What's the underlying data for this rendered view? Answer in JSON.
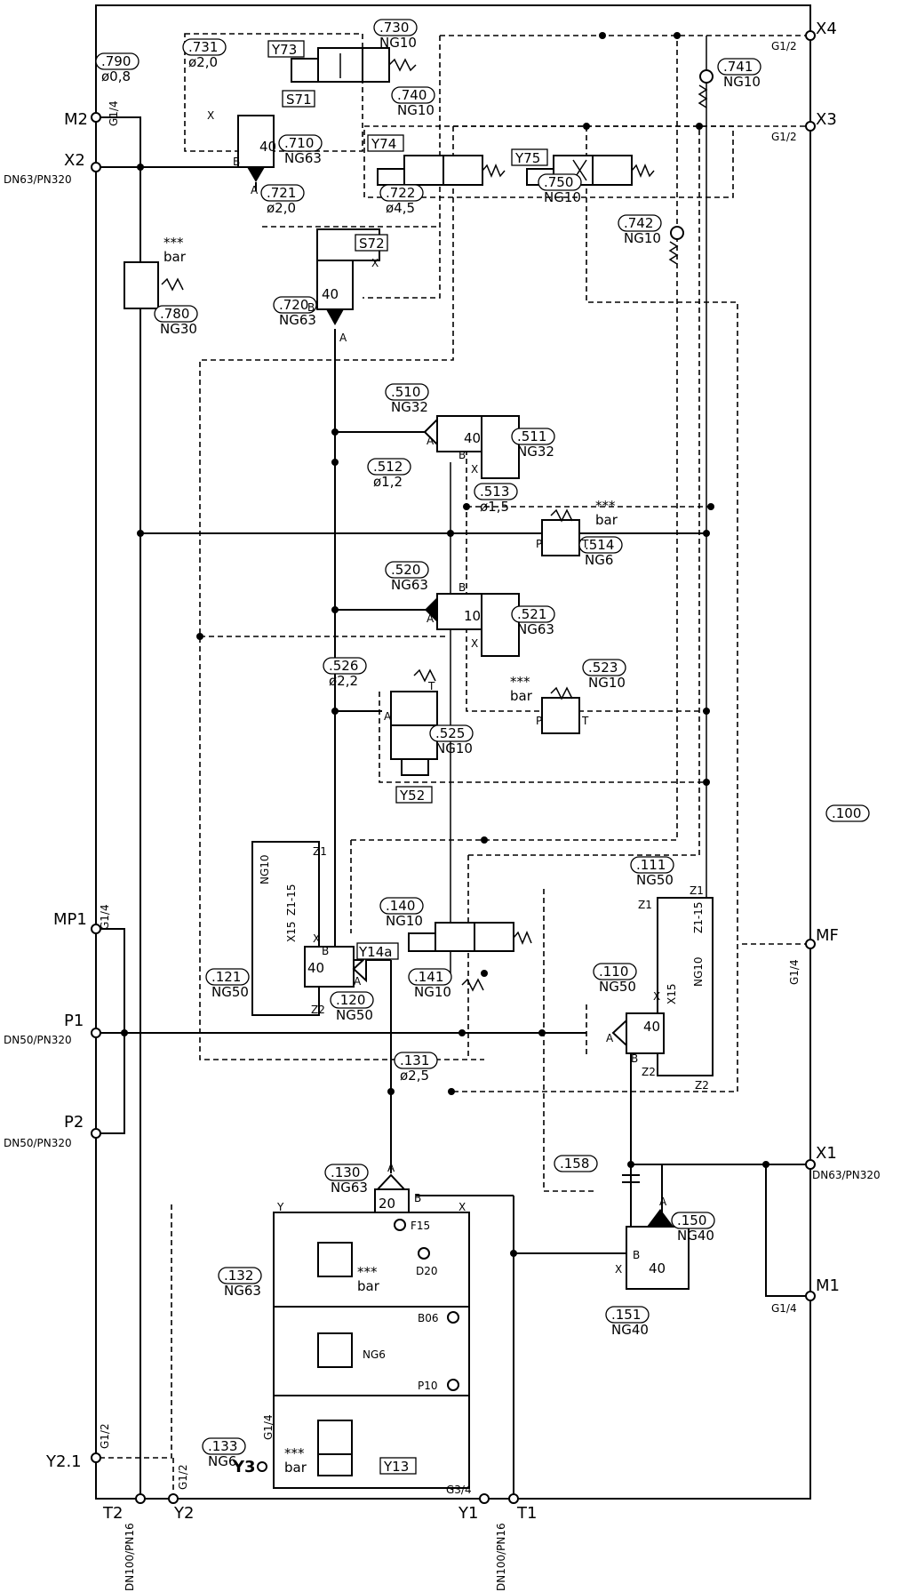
{
  "ports": [
    {
      "id": "x4",
      "label": "X4",
      "spec": "G1/2"
    },
    {
      "id": "x3",
      "label": "X3",
      "spec": "G1/2"
    },
    {
      "id": "m2",
      "label": "M2",
      "spec": "G1/4"
    },
    {
      "id": "x2",
      "label": "X2",
      "spec": "DN63/PN320"
    },
    {
      "id": "mp1",
      "label": "MP1",
      "spec": "G1/4"
    },
    {
      "id": "p1",
      "label": "P1",
      "spec": "DN50/PN320"
    },
    {
      "id": "p2",
      "label": "P2",
      "spec": "DN50/PN320"
    },
    {
      "id": "mf",
      "label": "MF",
      "spec": "G1/4"
    },
    {
      "id": "x1",
      "label": "X1",
      "spec": "DN63/PN320"
    },
    {
      "id": "m1",
      "label": "M1",
      "spec": "G1/4"
    },
    {
      "id": "y21",
      "label": "Y2.1",
      "spec": "G1/2"
    },
    {
      "id": "y2",
      "label": "Y2",
      "spec": "G1/2"
    },
    {
      "id": "t2",
      "label": "T2",
      "spec": "DN100/PN16"
    },
    {
      "id": "y1",
      "label": "Y1",
      "spec": "G3/4"
    },
    {
      "id": "t1",
      "label": "T1",
      "spec": "DN100/PN16"
    },
    {
      "id": "y3",
      "label": "Y3",
      "spec": "G1/4"
    }
  ],
  "components": [
    {
      "id": "c790",
      "tag": ".790",
      "spec": "ø0,8"
    },
    {
      "id": "c731",
      "tag": ".731",
      "spec": "ø2,0"
    },
    {
      "id": "c730",
      "tag": ".730",
      "spec": "NG10"
    },
    {
      "id": "c741",
      "tag": ".741",
      "spec": "NG10"
    },
    {
      "id": "c740",
      "tag": ".740",
      "spec": "NG10"
    },
    {
      "id": "c710",
      "tag": ".710",
      "spec": "NG63"
    },
    {
      "id": "c750",
      "tag": ".750",
      "spec": "NG10"
    },
    {
      "id": "c721",
      "tag": ".721",
      "spec": "ø2,0"
    },
    {
      "id": "c722",
      "tag": ".722",
      "spec": "ø4,5"
    },
    {
      "id": "c742",
      "tag": ".742",
      "spec": "NG10"
    },
    {
      "id": "c780",
      "tag": ".780",
      "spec": "NG30"
    },
    {
      "id": "c720",
      "tag": ".720",
      "spec": "NG63"
    },
    {
      "id": "c510",
      "tag": ".510",
      "spec": "NG32"
    },
    {
      "id": "c511",
      "tag": ".511",
      "spec": "NG32"
    },
    {
      "id": "c512",
      "tag": ".512",
      "spec": "ø1,2"
    },
    {
      "id": "c513",
      "tag": ".513",
      "spec": "ø1,5"
    },
    {
      "id": "c514",
      "tag": ".514",
      "spec": "NG6"
    },
    {
      "id": "c520",
      "tag": ".520",
      "spec": "NG63"
    },
    {
      "id": "c521",
      "tag": ".521",
      "spec": "NG63"
    },
    {
      "id": "c526",
      "tag": ".526",
      "spec": "ø2,2"
    },
    {
      "id": "c523",
      "tag": ".523",
      "spec": "NG10"
    },
    {
      "id": "c525",
      "tag": ".525",
      "spec": "NG10"
    },
    {
      "id": "c100",
      "tag": ".100",
      "spec": ""
    },
    {
      "id": "c111",
      "tag": ".111",
      "spec": "NG50"
    },
    {
      "id": "c140",
      "tag": ".140",
      "spec": "NG10"
    },
    {
      "id": "c141",
      "tag": ".141",
      "spec": "NG10"
    },
    {
      "id": "c110",
      "tag": ".110",
      "spec": "NG50"
    },
    {
      "id": "c121",
      "tag": ".121",
      "spec": "NG50"
    },
    {
      "id": "c120",
      "tag": ".120",
      "spec": "NG50"
    },
    {
      "id": "c131",
      "tag": ".131",
      "spec": "ø2,5"
    },
    {
      "id": "c130",
      "tag": ".130",
      "spec": "NG63"
    },
    {
      "id": "c158",
      "tag": ".158",
      "spec": ""
    },
    {
      "id": "c150",
      "tag": ".150",
      "spec": "NG40"
    },
    {
      "id": "c132",
      "tag": ".132",
      "spec": "NG63"
    },
    {
      "id": "c151",
      "tag": ".151",
      "spec": "NG40"
    },
    {
      "id": "c133",
      "tag": ".133",
      "spec": "NG6"
    }
  ],
  "solenoids": [
    "Y73",
    "Y74",
    "Y75",
    "Y52",
    "Y14a",
    "Y13"
  ],
  "switches": [
    "S71",
    "S72"
  ],
  "pressure_setting": {
    "value": "***",
    "unit": "bar"
  },
  "area_ratios": [
    "40",
    "40",
    "40",
    "10",
    "40",
    "40",
    "20",
    "40"
  ],
  "gauge_labels": [
    "F15",
    "D20",
    "B06",
    "P10"
  ],
  "cartridge_tags": [
    "NG10",
    "Z1-15",
    "X15"
  ],
  "pilot_ports": [
    "X",
    "Y",
    "Z1",
    "Z2",
    "A",
    "B",
    "P",
    "T"
  ],
  "item_specs": [
    "NG6"
  ]
}
